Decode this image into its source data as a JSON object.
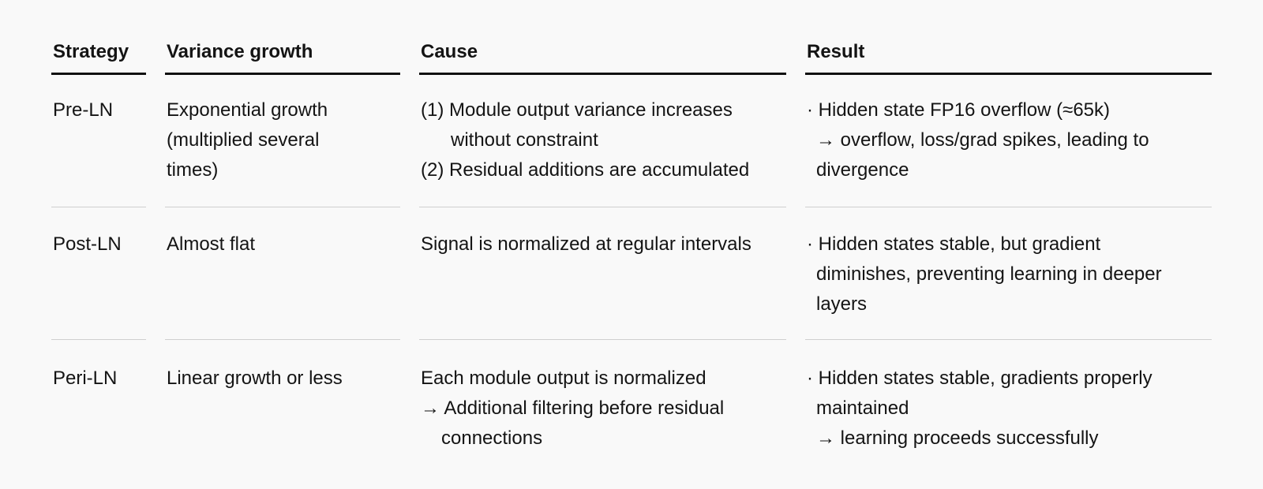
{
  "headers": {
    "strategy": "Strategy",
    "variance": "Variance growth",
    "cause": "Cause",
    "result": "Result"
  },
  "rows": [
    {
      "strategy": "Pre-LN",
      "variance": [
        "Exponential growth",
        "(multiplied several",
        "times)"
      ],
      "cause": {
        "item1": "(1) Module output variance increases",
        "item1_cont": "without constraint",
        "item2": "(2) Residual additions are accumulated"
      },
      "result": {
        "line1": "· Hidden state FP16 overflow (≈65k)",
        "line2": "→ overflow, loss/grad spikes, leading to",
        "line3": "divergence"
      }
    },
    {
      "strategy": "Post-LN",
      "variance": [
        "Almost flat"
      ],
      "cause": {
        "line1": "Signal is normalized at regular intervals"
      },
      "result": {
        "line1": "· Hidden states stable, but gradient",
        "line2": "diminishes, preventing learning in deeper",
        "line3": "layers"
      }
    },
    {
      "strategy": "Peri-LN",
      "variance": [
        "Linear growth or less"
      ],
      "cause": {
        "line1": "Each module output is normalized",
        "line2": "→ Additional filtering before residual",
        "line3": "connections"
      },
      "result": {
        "line1": "· Hidden states stable, gradients properly",
        "line2": "maintained",
        "line3": "→ learning proceeds successfully"
      }
    }
  ]
}
